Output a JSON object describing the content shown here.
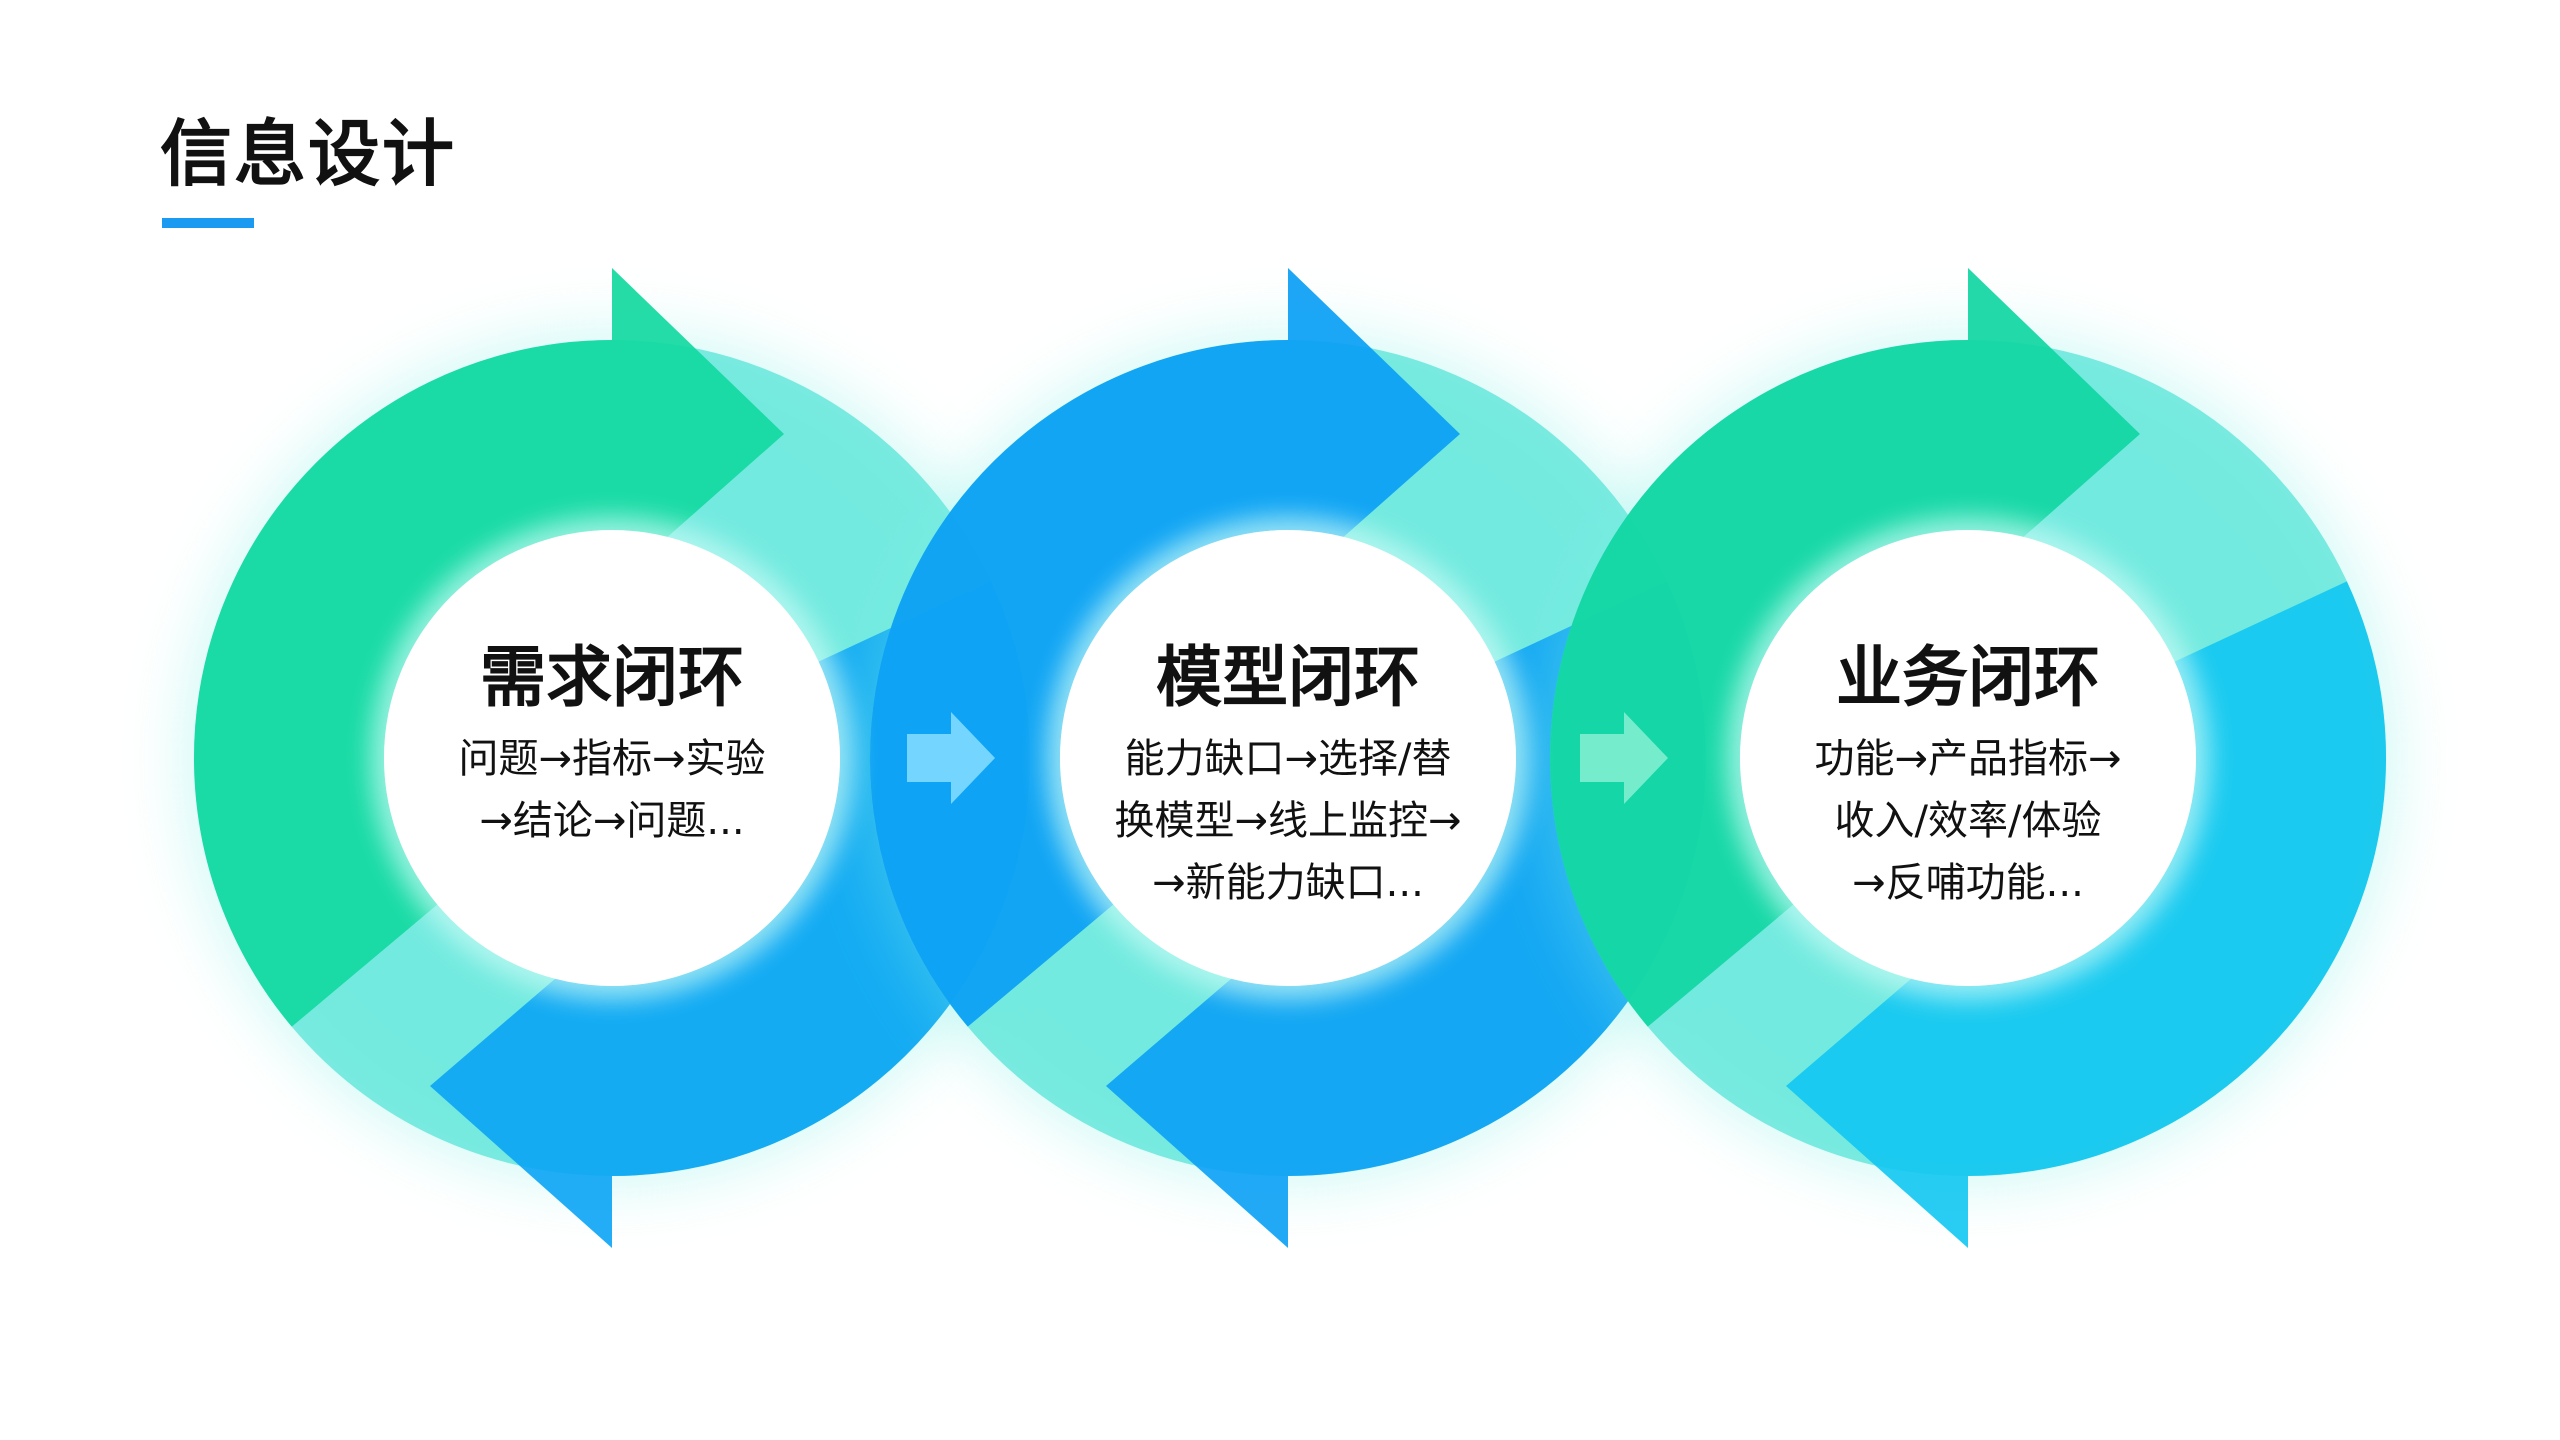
{
  "title": "信息设计",
  "colors": {
    "accent": "#1a9af0",
    "green": "#12d9a0",
    "blue": "#0a9ef5",
    "cyan": "#12c6f2",
    "teal": "#5ee8d6"
  },
  "loops": [
    {
      "title": "需求闭环",
      "lines": [
        "问题→指标→实验",
        "→结论→问题..."
      ],
      "top_color": "#12d9a0",
      "bottom_color": "#0aa4f5"
    },
    {
      "title": "模型闭环",
      "lines": [
        "能力缺口→选择/替",
        "换模型→线上监控→",
        "→新能力缺口..."
      ],
      "top_color": "#0a9ef5",
      "bottom_color": "#0aa0f5"
    },
    {
      "title": "业务闭环",
      "lines": [
        "功能→产品指标→",
        "收入/效率/体验",
        "→反哺功能..."
      ],
      "top_color": "#10d6a2",
      "bottom_color": "#12c6f2"
    }
  ]
}
